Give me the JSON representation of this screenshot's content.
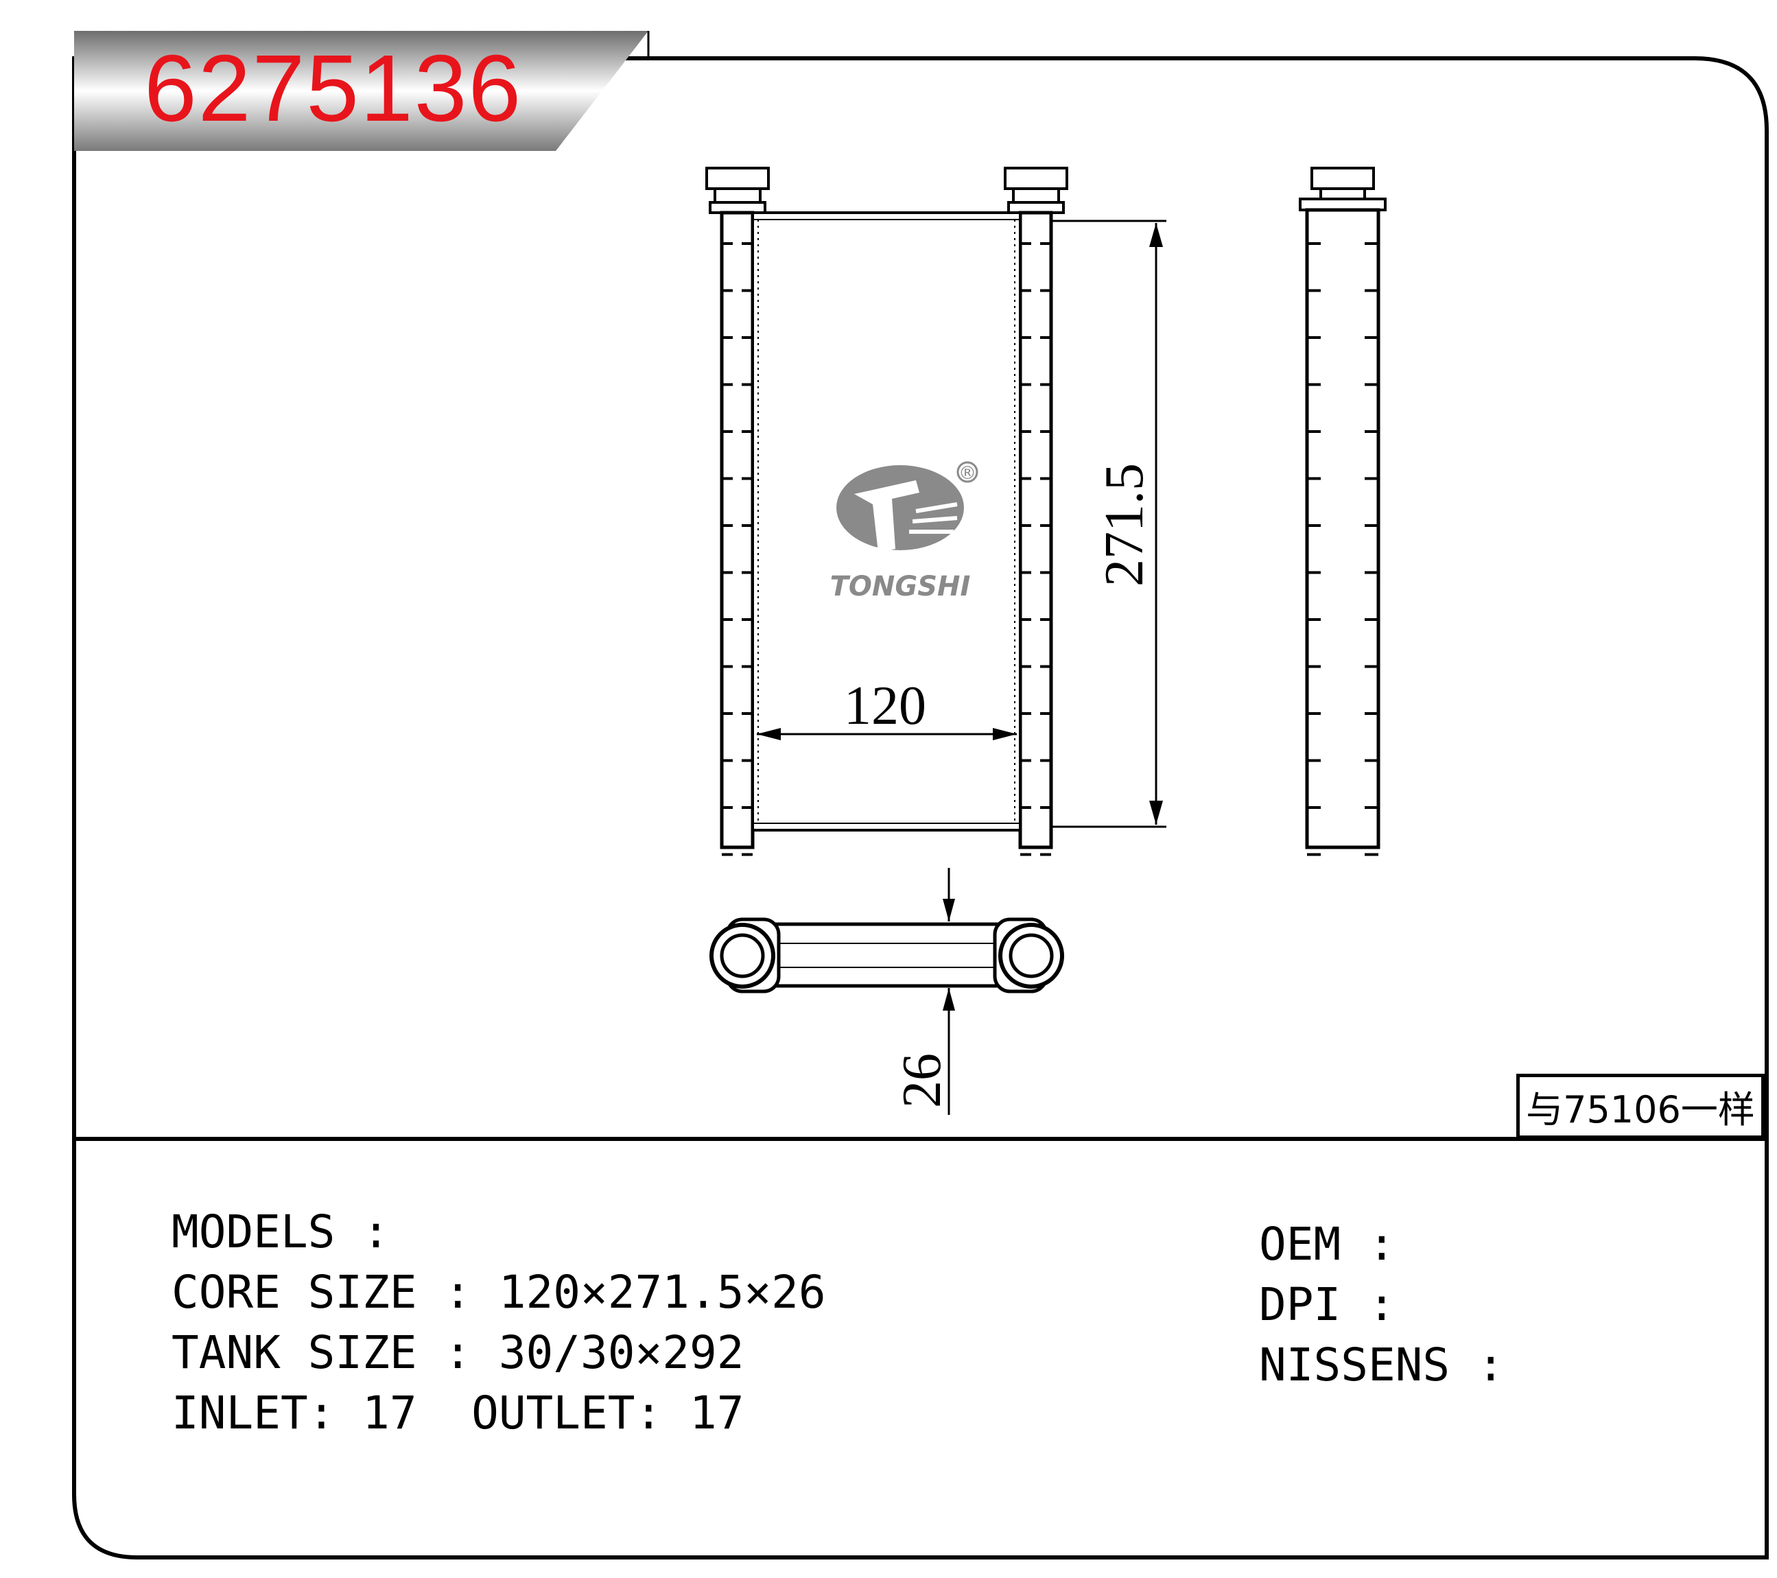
{
  "header": {
    "part_number": "6275136"
  },
  "drawing": {
    "dimension_width": "120",
    "dimension_height": "271.5",
    "dimension_thickness": "26",
    "logo_text": "TONGSHI",
    "logo_mark": "®",
    "note": "与75106一样"
  },
  "specs": {
    "models": "MODELS :",
    "core_size": "CORE SIZE : 120×271.5×26",
    "tank_size": "TANK SIZE : 30/30×292",
    "inlet_outlet": "INLET: 17  OUTLET: 17",
    "oem": "OEM :",
    "dpi": "DPI :",
    "nissens": "NISSENS :"
  },
  "colors": {
    "accent_red": "#e8141b",
    "header_grey": "#7f7f7f",
    "logo_grey": "#8a8a8a"
  }
}
